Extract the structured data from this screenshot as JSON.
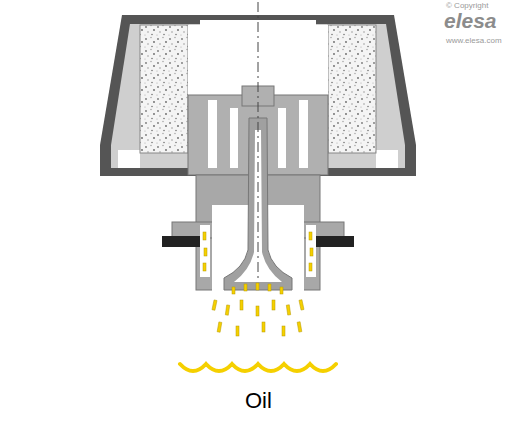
{
  "diagram": {
    "labels": [
      "© Copyright",
      "elesa",
      "www.elesa.com",
      "Oil"
    ]
  }
}
